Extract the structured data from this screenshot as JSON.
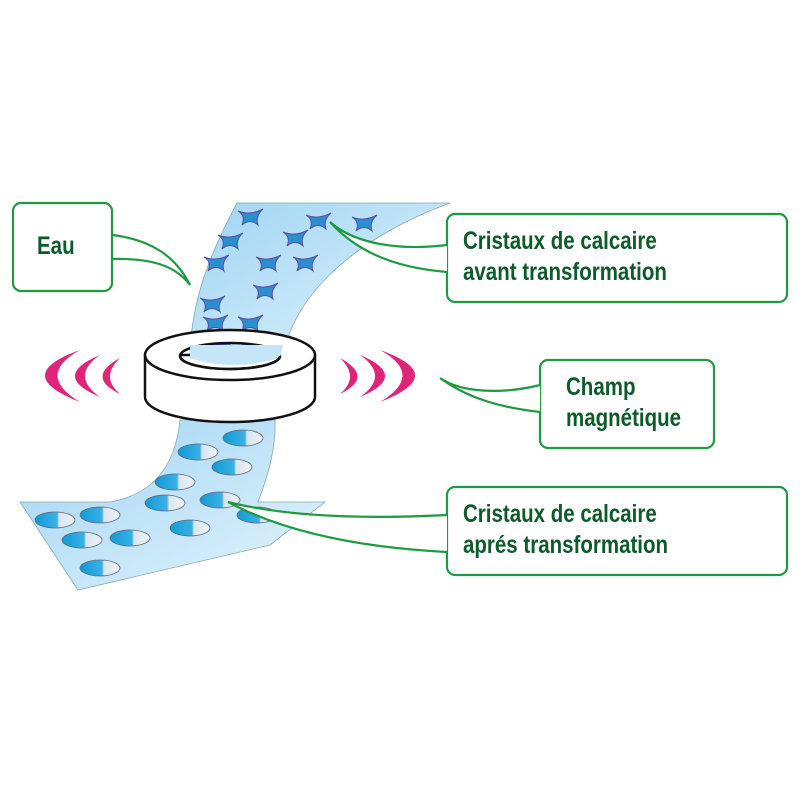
{
  "labels": {
    "water": "Eau",
    "before": [
      "Cristaux de calcaire",
      "avant transformation"
    ],
    "field": [
      "Champ",
      "magnétique"
    ],
    "after": [
      "Cristaux de calcaire",
      "aprés transformation"
    ]
  },
  "colors": {
    "box_border": "#1e9a40",
    "text": "#0d5a2a",
    "field_arcs": "#e0247a",
    "water": "#bfe3f7",
    "crystal": "#2a8fd0"
  }
}
